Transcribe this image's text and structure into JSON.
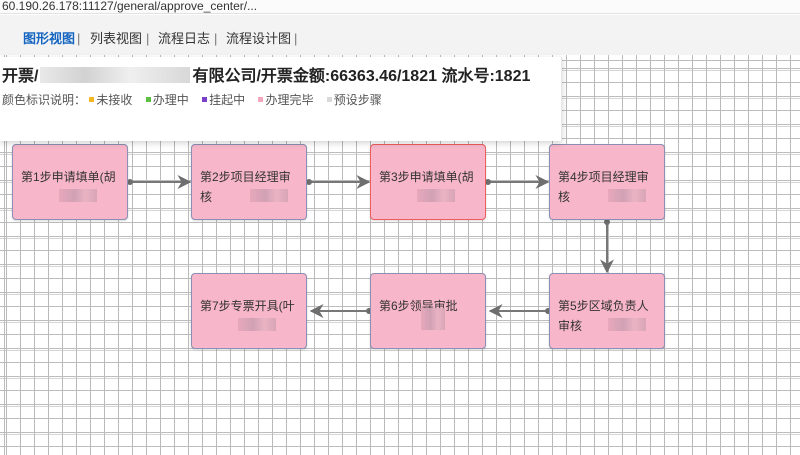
{
  "browser": {
    "url": "60.190.26.178:11127/general/approve_center/..."
  },
  "tabs": [
    {
      "label": "图形视图",
      "active": true
    },
    {
      "label": "列表视图",
      "active": false
    },
    {
      "label": "流程日志",
      "active": false
    },
    {
      "label": "流程设计图",
      "active": false
    }
  ],
  "tab_separator": "|",
  "info": {
    "title_prefix": "开票/",
    "title_suffix": "有限公司/开票金额:66363.46/1821 流水号:1821",
    "legend_label": "颜色标识说明：",
    "legend": [
      {
        "label": "未接收",
        "color": "#f5b820"
      },
      {
        "label": "办理中",
        "color": "#5cbf3f"
      },
      {
        "label": "挂起中",
        "color": "#7b3fc8"
      },
      {
        "label": "办理完毕",
        "color": "#f4a6bd"
      },
      {
        "label": "预设步骤",
        "color": "#d9d9d9"
      }
    ]
  },
  "steps": [
    {
      "label": "第1步申请填单(胡"
    },
    {
      "label": "第2步项目经理审核"
    },
    {
      "label": "第3步申请填单(胡"
    },
    {
      "label": "第4步项目经理审核"
    },
    {
      "label": "第5步区域负责人审核"
    },
    {
      "label": "第6步领导审批"
    },
    {
      "label": "第7步专票开具(叶"
    }
  ],
  "colors": {
    "node_fill": "#f7b6c9",
    "node_border": "#8a8fb3",
    "current_border": "#ef5c5c",
    "active_tab": "#1565c0"
  }
}
